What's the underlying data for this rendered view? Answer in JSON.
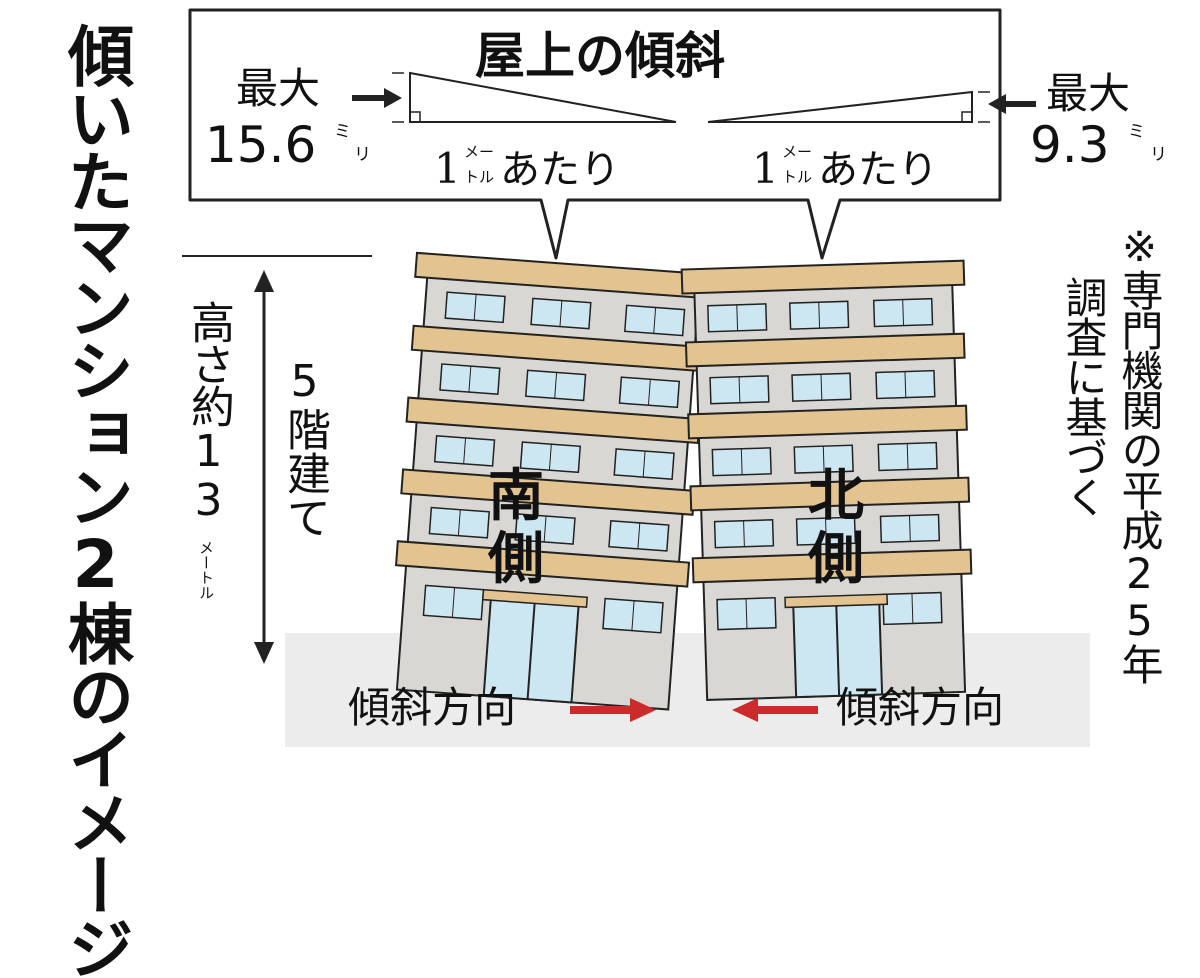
{
  "title": "傾いたマンション2棟のイメージ",
  "roof_callout": {
    "heading": "屋上の傾斜",
    "left": {
      "label": "最大",
      "value": "15.6",
      "unit": "ミリ",
      "per": "1",
      "per_unit_top": "メー",
      "per_unit_bottom": "トル",
      "per_suffix": "あたり"
    },
    "right": {
      "label": "最大",
      "value": "9.3",
      "unit": "ミリ",
      "per": "1",
      "per_unit_top": "メー",
      "per_unit_bottom": "トル",
      "per_suffix": "あたり"
    }
  },
  "buildings": {
    "south": {
      "label": "南側"
    },
    "north": {
      "label": "北側"
    }
  },
  "dimensions": {
    "height_label": "高さ約13",
    "height_unit": "メートル",
    "floors_label": "5階建て"
  },
  "direction": {
    "left_label": "傾斜方向",
    "right_label": "傾斜方向"
  },
  "source_note": {
    "line1": "※専門機関の平成25年",
    "line2": "調査に基づく"
  },
  "colors": {
    "facade": "#d9d7d3",
    "balcony": "#e3c38f",
    "window": "#cce6f2",
    "ground": "#ececec",
    "arrow_red": "#cc2b2b",
    "outline": "#222222"
  }
}
